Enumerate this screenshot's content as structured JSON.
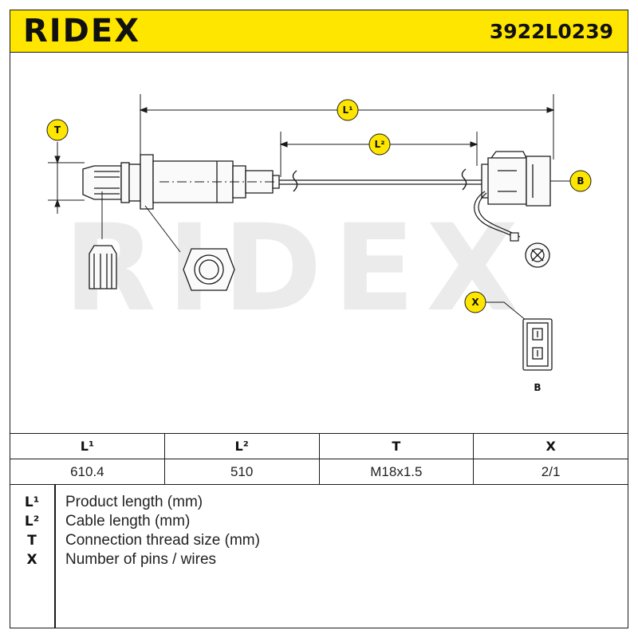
{
  "header": {
    "brand": "RIDEX",
    "part_number": "3922L0239"
  },
  "watermark": "RIDEX",
  "diagram": {
    "dimension_labels": {
      "L1": "L¹",
      "L2": "L²",
      "T": "T"
    },
    "callouts": {
      "B": "B",
      "X": "X"
    },
    "connector_caption": "B"
  },
  "table": {
    "headers": [
      "L¹",
      "L²",
      "T",
      "X"
    ],
    "values": [
      "610.4",
      "510",
      "M18x1.5",
      "2/1"
    ]
  },
  "legend": [
    {
      "symbol": "L¹",
      "text": "Product length (mm)"
    },
    {
      "symbol": "L²",
      "text": "Cable length (mm)"
    },
    {
      "symbol": "T",
      "text": "Connection thread size (mm)"
    },
    {
      "symbol": "X",
      "text": "Number of pins / wires"
    }
  ],
  "colors": {
    "header_bg": "#ffe600",
    "line": "#1a1a1a",
    "sensor_fill": "#fafafa"
  }
}
